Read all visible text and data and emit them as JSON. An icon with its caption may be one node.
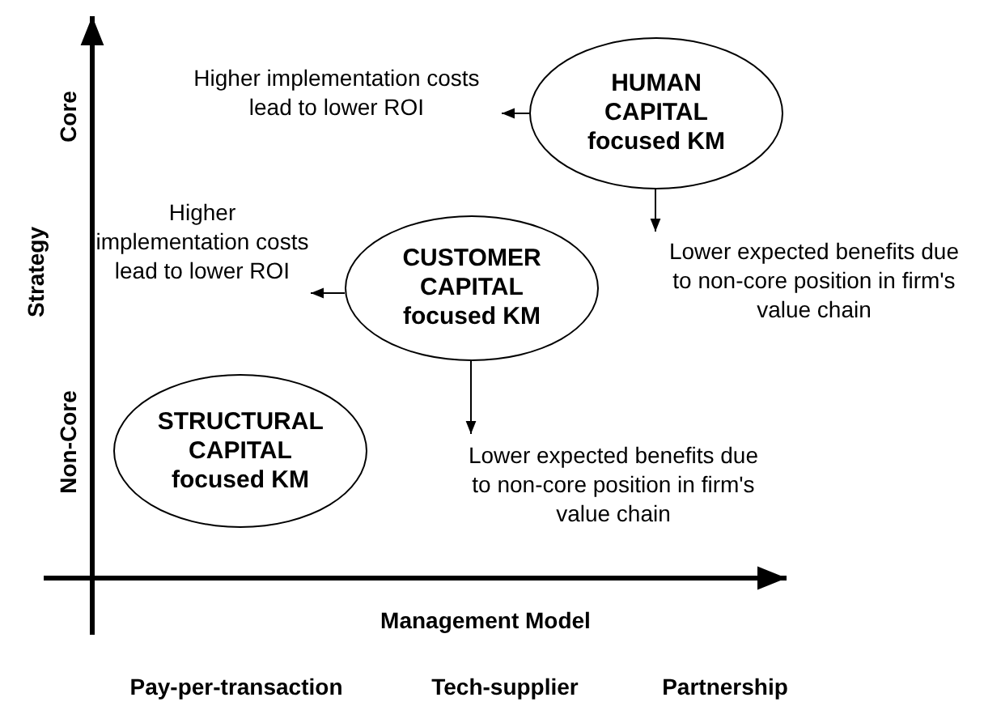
{
  "diagram": {
    "nodes": [
      {
        "text": [
          "HUMAN CAPITAL focused KM"
        ]
      },
      {
        "text": [
          "Higher implementation costs lead to lower ROI"
        ]
      },
      {
        "text": [
          "Lower expected benefits due to non-core position in firm's value chain"
        ]
      },
      {
        "text": [
          "CUSTOMER CAPITAL focused KM"
        ]
      },
      {
        "text": [
          "Higher implementation costs lead to lower ROI"
        ]
      },
      {
        "text": [
          "Lower expected benefits due to non-core position in firm's value chain"
        ]
      },
      {
        "text": [
          "STRUCTURAL CAPITAL focused KM"
        ]
      }
    ],
    "edges": [
      {
        "from": 0,
        "to": 1,
        "arrow": "to"
      },
      {
        "from": 0,
        "to": 2,
        "arrow": "to"
      },
      {
        "from": 3,
        "to": 4,
        "arrow": "to"
      },
      {
        "from": 3,
        "to": 5,
        "arrow": "to"
      }
    ],
    "labels": [
      "Core",
      "Strategy",
      "Non-Core",
      "Management Model",
      "Pay-per-transaction",
      "Tech-supplier",
      "Partnership"
    ]
  }
}
